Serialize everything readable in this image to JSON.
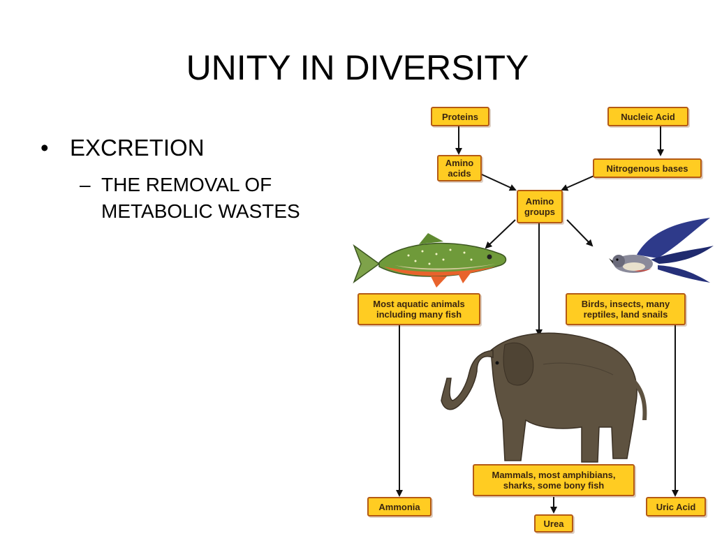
{
  "slide": {
    "title": "UNITY IN DIVERSITY",
    "bullet": "EXCRETION",
    "sub_bullet": "THE REMOVAL OF METABOLIC WASTES",
    "bullet_marker": "•",
    "sub_bullet_marker": "–"
  },
  "diagram": {
    "nodes": {
      "proteins": "Proteins",
      "nucleic_acid": "Nucleic Acid",
      "amino_acids": "Amino\nacids",
      "nitrogenous_bases": "Nitrogenous bases",
      "amino_groups": "Amino\ngroups",
      "aquatic": "Most aquatic animals\nincluding many fish",
      "birds": "Birds, insects, many\nreptiles, land snails",
      "mammals": "Mammals, most amphibians,\nsharks, some bony fish",
      "ammonia": "Ammonia",
      "urea": "Urea",
      "uric_acid": "Uric Acid"
    },
    "colors": {
      "box_fill": "#ffcc22",
      "box_border": "#b45a14",
      "arrow": "#111111"
    },
    "images": [
      "fish-image",
      "bird-image",
      "elephant-image"
    ]
  }
}
